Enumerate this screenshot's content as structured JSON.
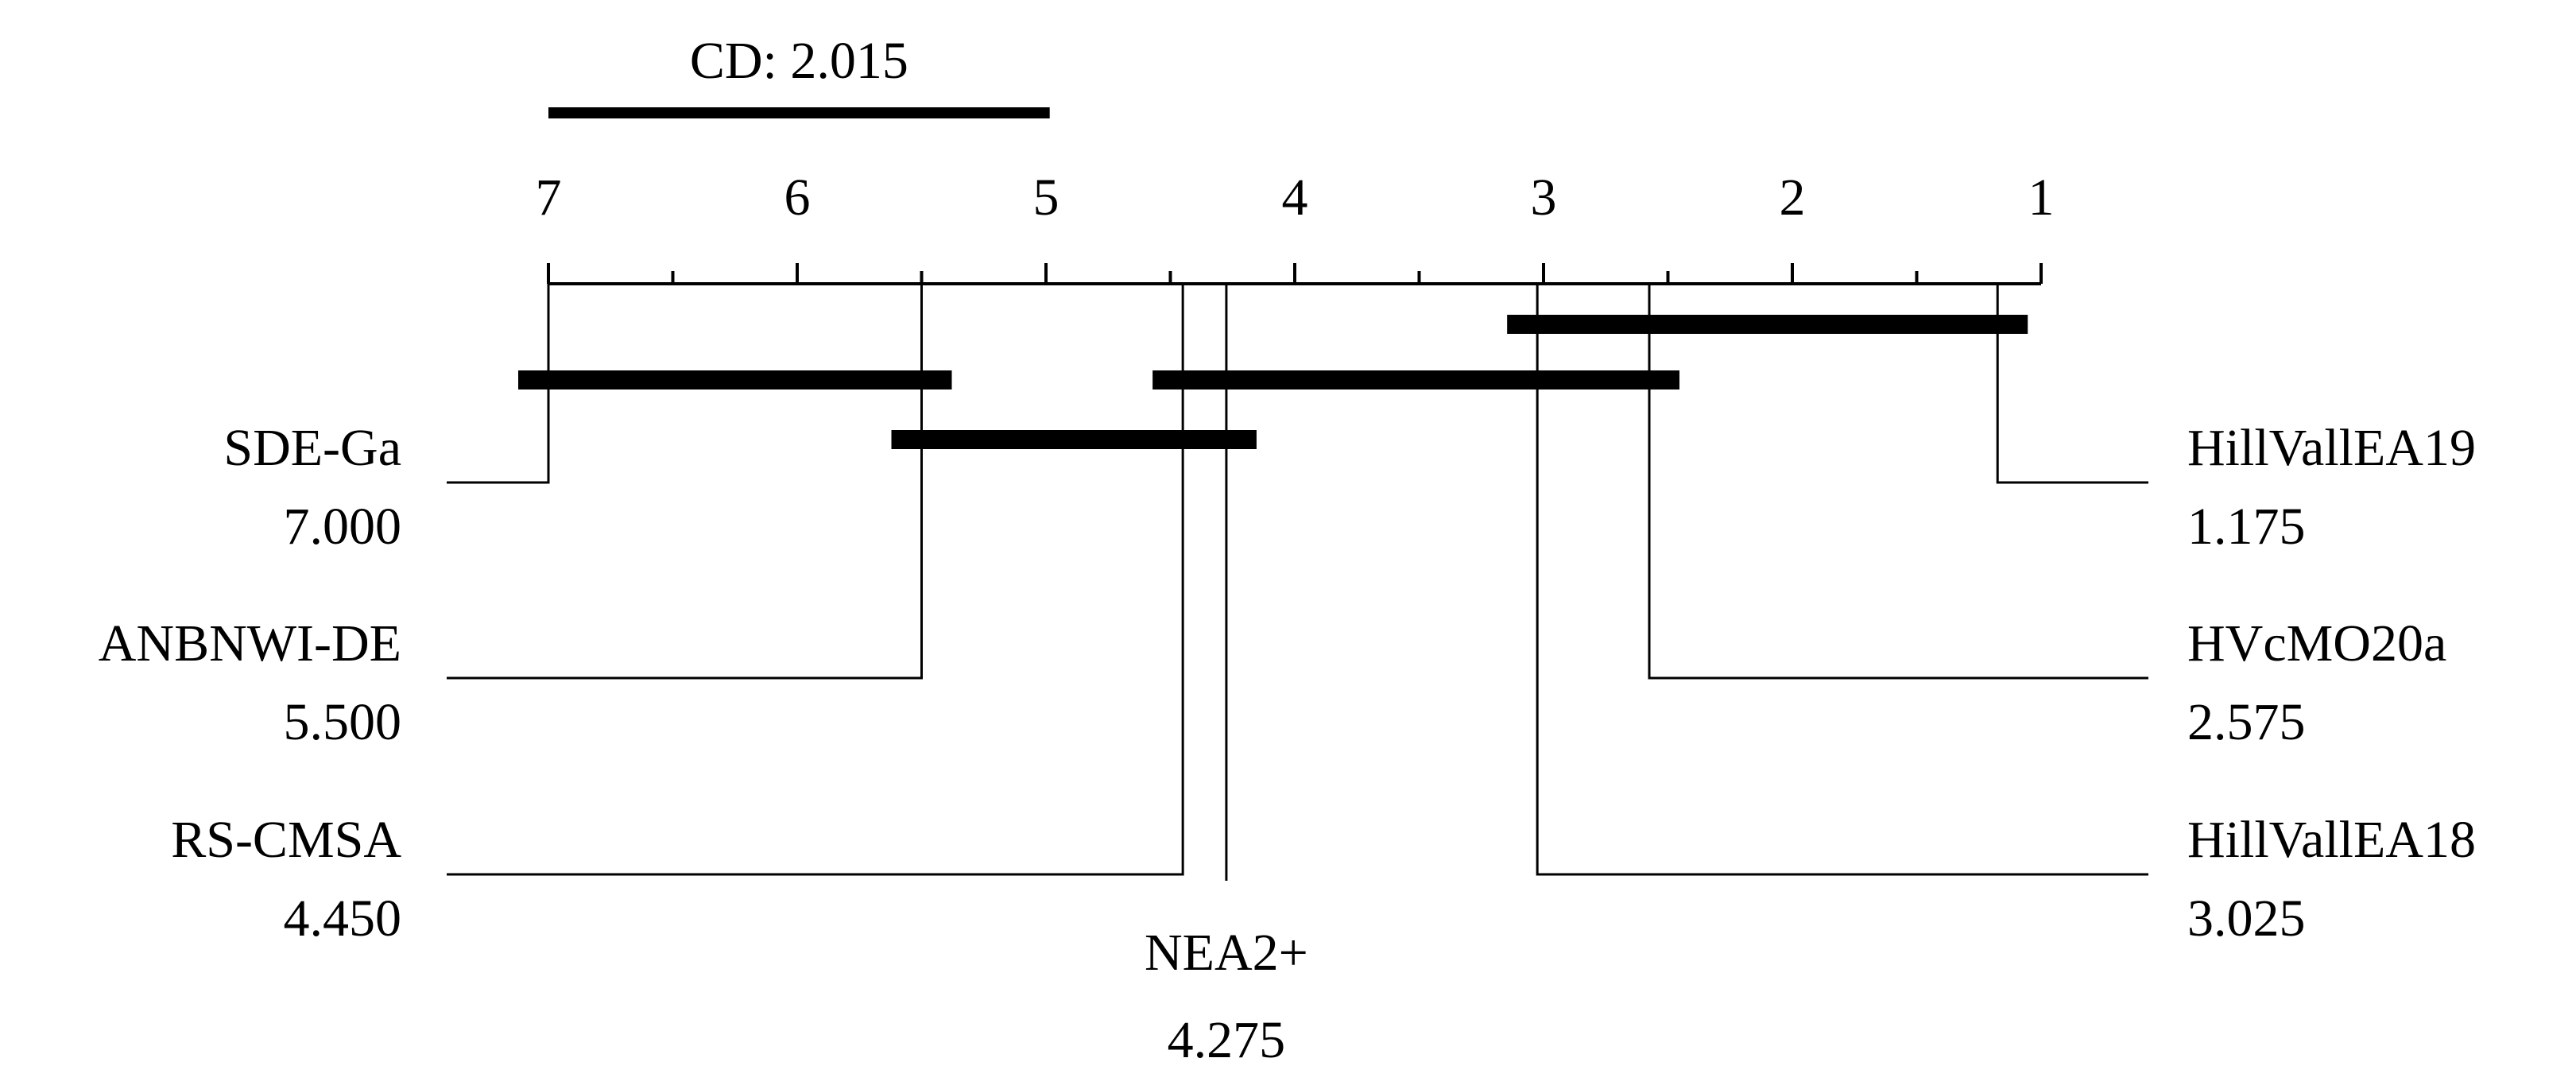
{
  "chart_data": {
    "type": "critical-difference",
    "cd_label": "CD: 2.015",
    "cd_value": 2.015,
    "axis": {
      "min": 1,
      "max": 7,
      "reversed": true,
      "tick_labels": [
        "7",
        "6",
        "5",
        "4",
        "3",
        "2",
        "1"
      ]
    },
    "methods": [
      {
        "name": "SDE-Ga",
        "rank_label": "7.000",
        "rank": 7.0,
        "side": "left"
      },
      {
        "name": "ANBNWI-DE",
        "rank_label": "5.500",
        "rank": 5.5,
        "side": "left"
      },
      {
        "name": "RS-CMSA",
        "rank_label": "4.450",
        "rank": 4.45,
        "side": "left"
      },
      {
        "name": "NEA2+",
        "rank_label": "4.275",
        "rank": 4.275,
        "side": "bottom"
      },
      {
        "name": "HillVallEA18",
        "rank_label": "3.025",
        "rank": 3.025,
        "side": "right"
      },
      {
        "name": "HVcMO20a",
        "rank_label": "2.575",
        "rank": 2.575,
        "side": "right"
      },
      {
        "name": "HillVallEA19",
        "rank_label": "1.175",
        "rank": 1.175,
        "side": "right"
      }
    ],
    "cliques": [
      {
        "from": 3.025,
        "to": 1.175
      },
      {
        "from": 7.0,
        "to": 5.5
      },
      {
        "from": 4.45,
        "to": 2.575
      },
      {
        "from": 5.5,
        "to": 4.275
      }
    ]
  }
}
